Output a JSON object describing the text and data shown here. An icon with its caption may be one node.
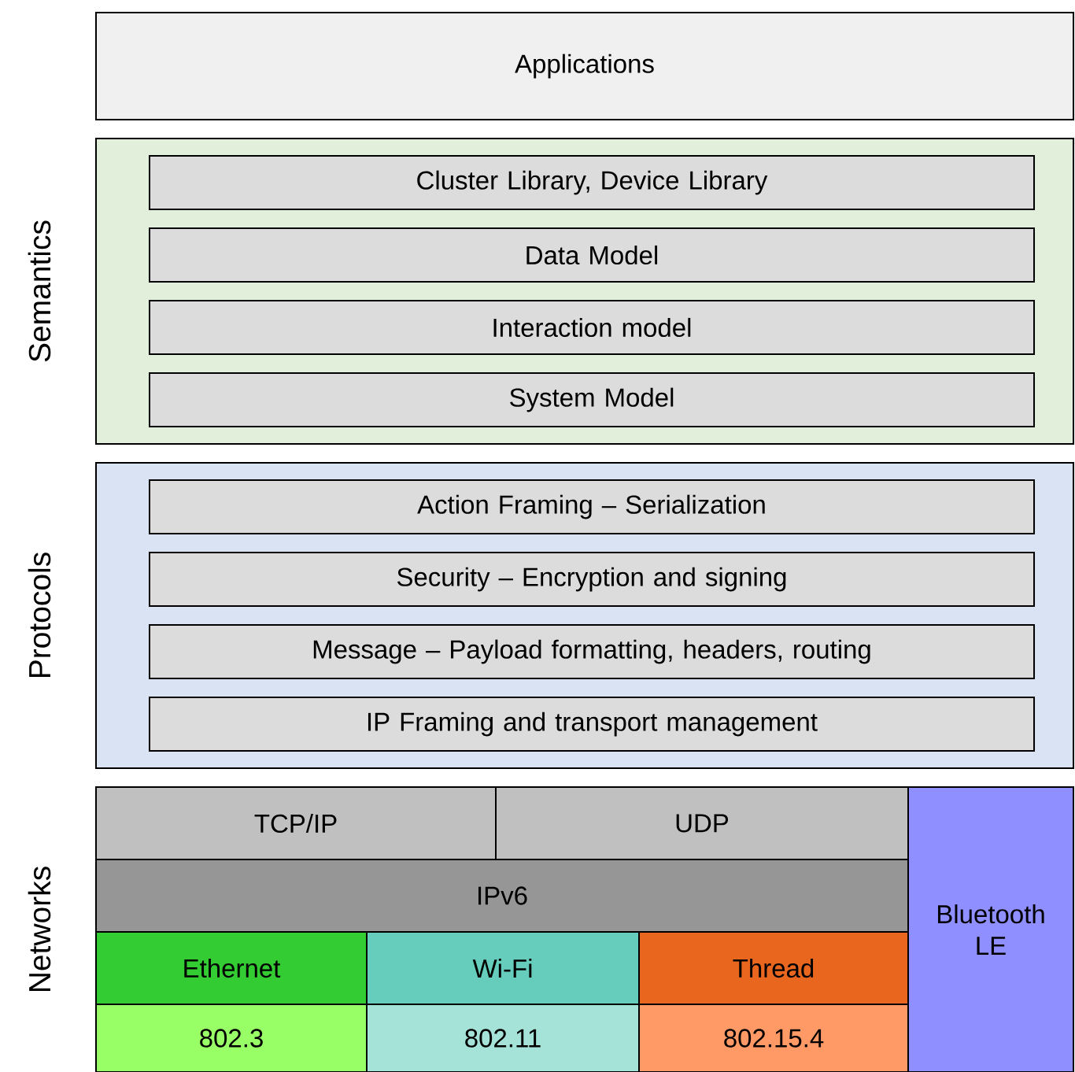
{
  "diagram": {
    "nodes": [
      {
        "text": [
          "Applications"
        ]
      },
      {
        "text": [
          "Semantics"
        ]
      },
      {
        "text": [
          "Cluster Library, Device Library"
        ],
        "in": 1
      },
      {
        "text": [
          "Data Model"
        ],
        "in": 1
      },
      {
        "text": [
          "Interaction model"
        ],
        "in": 1
      },
      {
        "text": [
          "System Model"
        ],
        "in": 1
      },
      {
        "text": [
          "Protocols"
        ]
      },
      {
        "text": [
          "Action Framing – Serialization"
        ],
        "in": 6
      },
      {
        "text": [
          "Security – Encryption and signing"
        ],
        "in": 6
      },
      {
        "text": [
          "Message – Payload formatting, headers, routing"
        ],
        "in": 6
      },
      {
        "text": [
          "IP Framing and transport management"
        ],
        "in": 6
      },
      {
        "text": [
          "Networks"
        ]
      },
      {
        "text": [
          "TCP/IP"
        ],
        "in": 11
      },
      {
        "text": [
          "UDP"
        ],
        "in": 11
      },
      {
        "text": [
          "IPv6"
        ],
        "in": 11
      },
      {
        "text": [
          "Ethernet"
        ],
        "in": 11
      },
      {
        "text": [
          "Wi-Fi"
        ],
        "in": 11
      },
      {
        "text": [
          "Thread"
        ],
        "in": 11
      },
      {
        "text": [
          "802.3"
        ],
        "in": 11
      },
      {
        "text": [
          "802.11"
        ],
        "in": 11
      },
      {
        "text": [
          "802.15.4"
        ],
        "in": 11
      },
      {
        "text": [
          "Bluetooth LE"
        ],
        "in": 11
      }
    ]
  }
}
